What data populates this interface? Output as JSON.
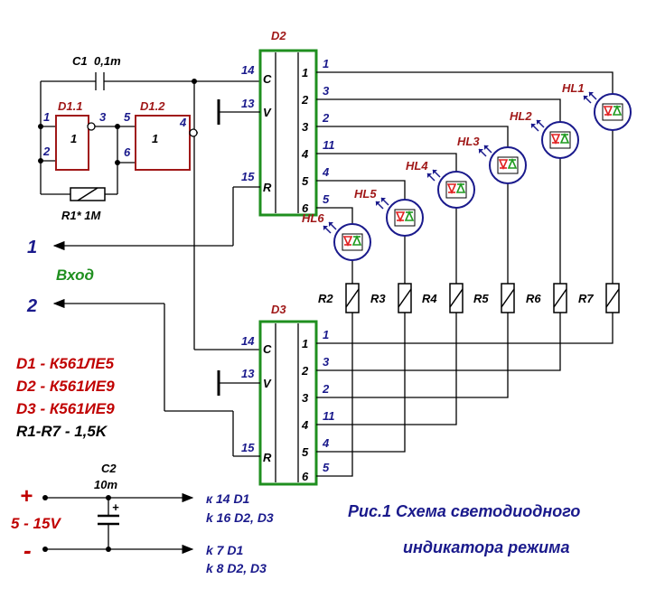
{
  "chips": {
    "d1_1": "D1.1",
    "d1_2": "D1.2",
    "gate_symbol": "1",
    "d2": "D2",
    "d3": "D3",
    "pin_c": "C",
    "pin_v": "V",
    "pin_r": "R"
  },
  "pins": {
    "d1_1_in_a": "1",
    "d1_1_in_b": "2",
    "d1_1_out": "3",
    "d1_2_in_a": "5",
    "d1_2_in_b": "6",
    "d1_2_out": "4",
    "c_pin": "14",
    "v_pin": "13",
    "r_pin": "15",
    "d2_out": [
      "1",
      "2",
      "3",
      "4",
      "5",
      "6"
    ],
    "d2_pinnum": [
      "1",
      "3",
      "2",
      "11",
      "4",
      "5"
    ],
    "d3_out": [
      "1",
      "2",
      "3",
      "4",
      "5",
      "6"
    ],
    "d3_pinnum": [
      "1",
      "3",
      "2",
      "11",
      "4",
      "5"
    ]
  },
  "components": {
    "c1": "C1",
    "c1_value": "0,1m",
    "r1": "R1* 1M",
    "c2": "C2",
    "c2_value": "10m",
    "c2_plus": "+",
    "leds": [
      "HL1",
      "HL2",
      "HL3",
      "HL4",
      "HL5",
      "HL6"
    ],
    "resistors": [
      "R2",
      "R3",
      "R4",
      "R5",
      "R6",
      "R7"
    ]
  },
  "io": {
    "input1_num": "1",
    "input2_num": "2",
    "input_label": "Вход"
  },
  "parts": {
    "d1": "D1 - К561ЛЕ5",
    "d2": "D2 - К561ИЕ9",
    "d3": "D3 - К561ИЕ9",
    "r": "R1-R7 - 1,5K"
  },
  "power": {
    "plus": "+",
    "minus": "-",
    "voltage": "5 - 15V",
    "plus_line1": "к 14 D1",
    "plus_line2": "k 16 D2, D3",
    "minus_line1": "k 7 D1",
    "minus_line2": "k 8 D2, D3"
  },
  "caption": {
    "line1": "Рис.1 Схема светодиодного",
    "line2": "индикатора режима"
  },
  "colors": {
    "wire": "#000000",
    "chip_outline": "#1f8f1f",
    "gate_outline": "#a01818",
    "label_blue": "#1a1a8c",
    "label_red": "#c00000",
    "led_red": "#e02020",
    "led_green": "#1f9a1f",
    "led_ring": "#1a1a8c"
  }
}
